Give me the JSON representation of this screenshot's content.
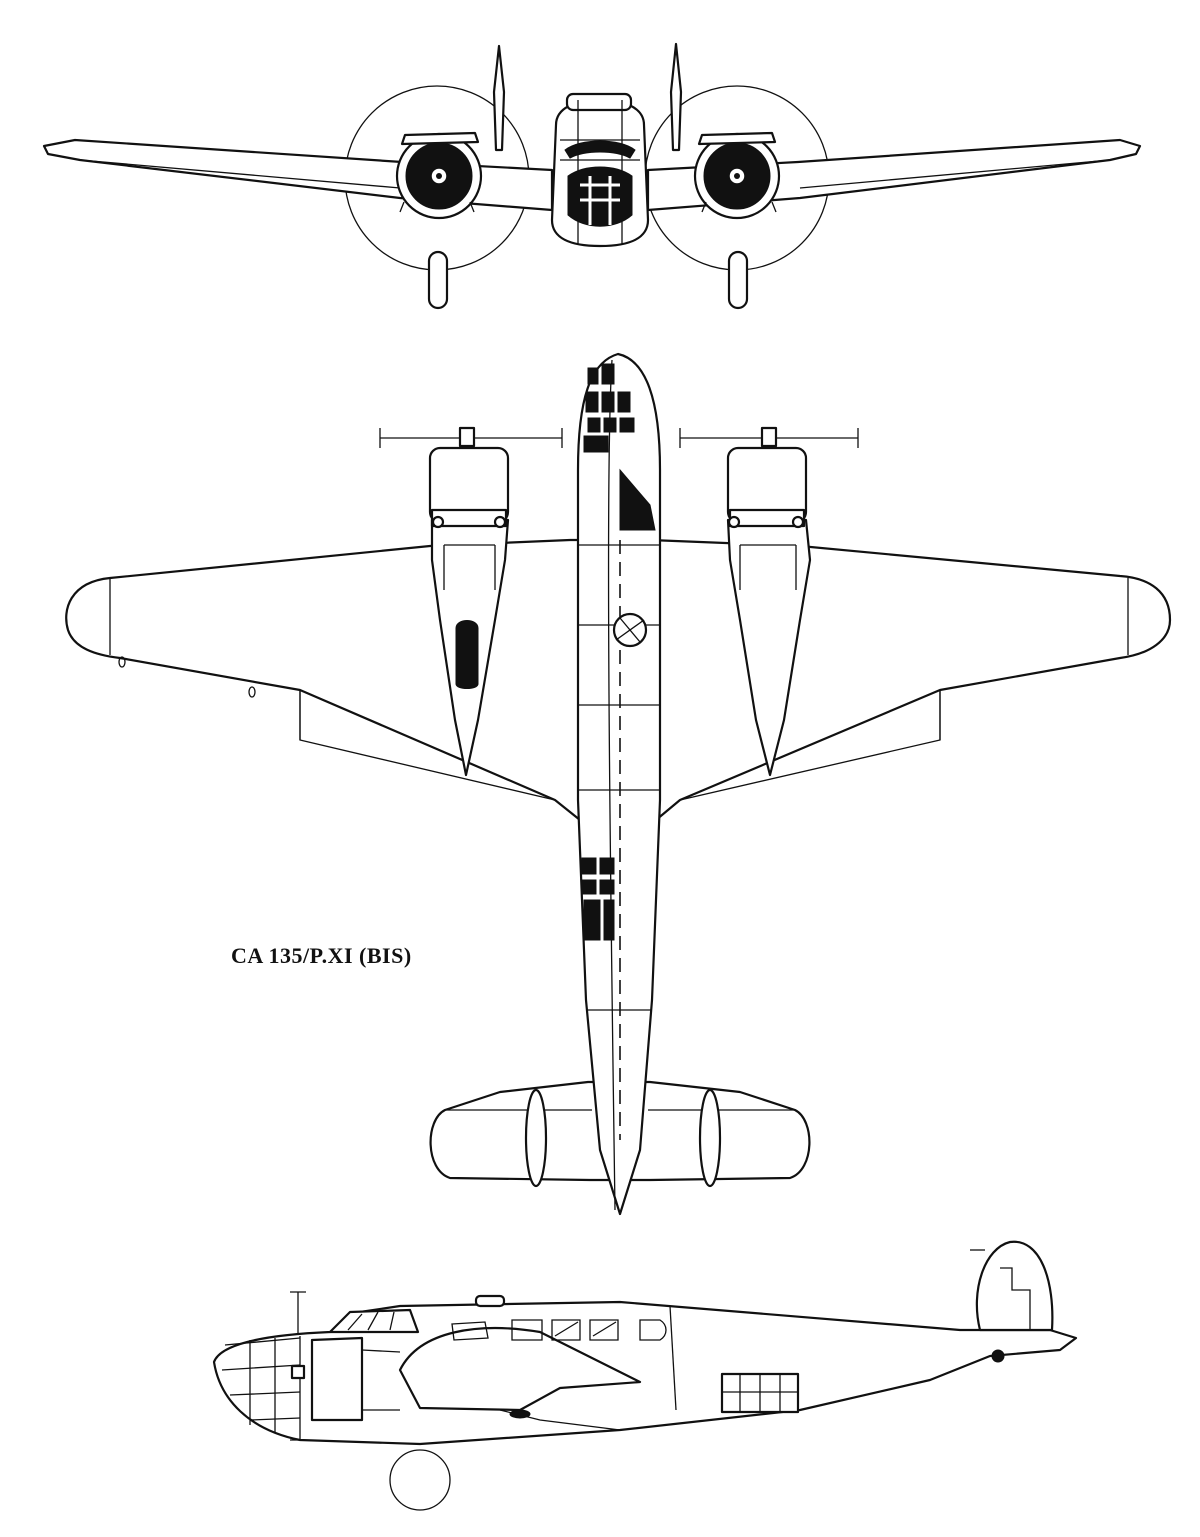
{
  "designation": "CA 135/P.XI (BIS)",
  "views": {
    "front": "front-view",
    "top": "top-view",
    "side": "side-view"
  },
  "colors": {
    "ink": "#111111",
    "paper": "#ffffff"
  }
}
